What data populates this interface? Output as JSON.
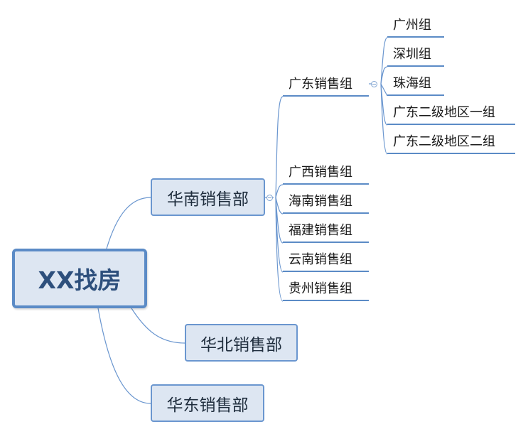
{
  "root": {
    "label": "XX找房"
  },
  "branches": {
    "south": {
      "label": "华南销售部",
      "groups": {
        "guangdong": {
          "label": "广东销售组",
          "teams": [
            "广州组",
            "深圳组",
            "珠海组",
            "广东二级地区一组",
            "广东二级地区二组"
          ]
        },
        "others": [
          "广西销售组",
          "海南销售组",
          "福建销售组",
          "云南销售组",
          "贵州销售组"
        ]
      }
    },
    "north": {
      "label": "华北销售部"
    },
    "east": {
      "label": "华东销售部"
    }
  },
  "colors": {
    "line": "#6a96cf",
    "node_fill": "#dde6f2",
    "root_border": "#5b8bc6",
    "root_text": "#2d4f7c"
  }
}
